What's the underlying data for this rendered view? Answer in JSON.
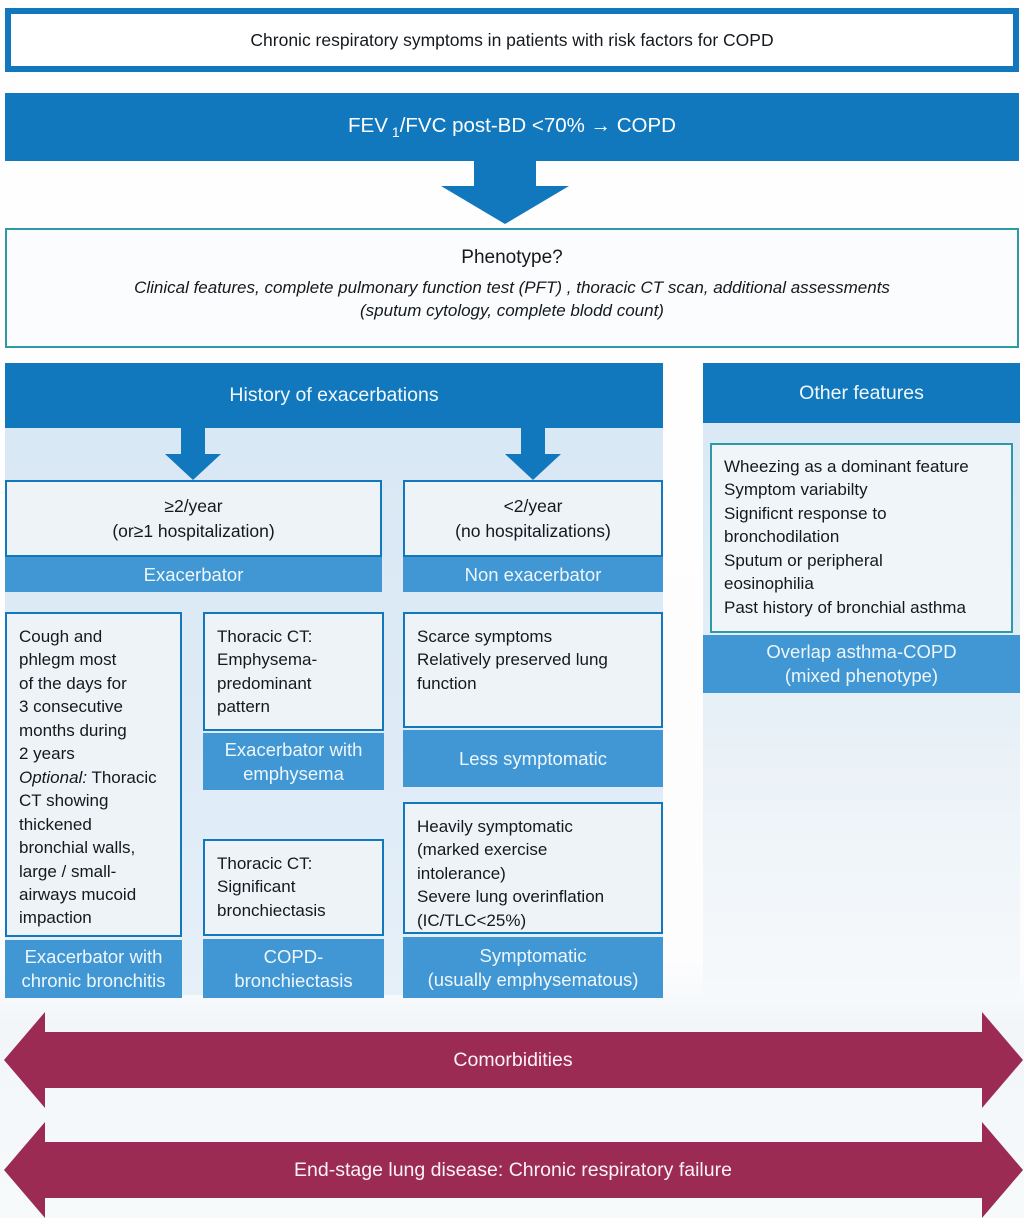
{
  "colors": {
    "header_blue": "#1178be",
    "footer_blue": "#4197d3",
    "panel_blue": "#dcebf6",
    "card_bg": "#eef3f8",
    "teal_border": "#2f98a9",
    "maroon": "#9c2b53",
    "ink": "#15191d"
  },
  "top_banner": {
    "text": "Chronic respiratory symptoms in patients with risk factors for COPD"
  },
  "fev_bar": {
    "prefix": "FEV",
    "sub": "1",
    "suffix": "/FVC post-BD <70% → COPD"
  },
  "phenotype": {
    "title": "Phenotype?",
    "subtitle": "Clinical features, complete pulmonary function test (PFT) , thoracic CT scan, additional assessments\n(sputum cytology, complete blodd count)"
  },
  "history": {
    "header": "History of exacerbations"
  },
  "other": {
    "header": "Other features",
    "features": "Wheezing as a dominant feature\nSymptom variabilty\nSignificnt response to\nbronchodilation\nSputum or peripheral\neosinophilia\nPast history of bronchial asthma",
    "footer": "Overlap asthma-COPD\n(mixed phenotype)"
  },
  "cards": {
    "exacerbator": {
      "body": "≥2/year\n(or≥1 hospitalization)",
      "footer": "Exacerbator"
    },
    "non_exacerbator": {
      "body": "<2/year\n(no hospitalizations)",
      "footer": "Non exacerbator"
    },
    "chronic_bronchitis": {
      "body_part1": "Cough and\nphlegm most\nof the days for\n3 consecutive\nmonths during\n2 years\n",
      "optional_label": "Optional:",
      "body_part2": " Thoracic\nCT showing\nthickened\nbronchial walls,\nlarge / small-\nairways mucoid\nimpaction",
      "footer": "Exacerbator with\nchronic bronchitis"
    },
    "emphysema": {
      "body": "Thoracic CT:\nEmphysema-\npredominant\npattern",
      "footer": "Exacerbator with\nemphysema"
    },
    "bronchiectasis": {
      "body": "Thoracic CT:\nSignificant\nbronchiectasis",
      "footer": "COPD-\nbronchiectasis"
    },
    "less_symptomatic": {
      "body": "Scarce symptoms\nRelatively preserved lung\nfunction",
      "footer": "Less symptomatic"
    },
    "symptomatic": {
      "body": "Heavily symptomatic\n(marked exercise\nintolerance)\nSevere lung overinflation\n(IC/TLC<25%)",
      "footer": "Symptomatic\n(usually emphysematous)"
    }
  },
  "bottom_arrows": {
    "comorbidities": "Comorbidities",
    "end_stage": "End-stage lung disease: Chronic respiratory failure"
  }
}
